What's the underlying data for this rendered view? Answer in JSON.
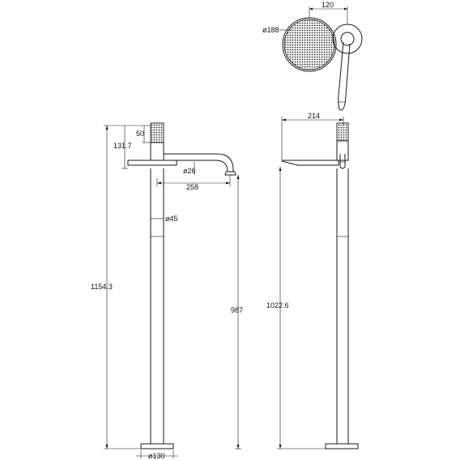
{
  "dimensions": {
    "shower_head_width": "120",
    "shower_head_diameter": "ø188",
    "handle_height": "50",
    "handle_to_spout": "131.7",
    "spout_diameter": "ø26",
    "spout_reach": "258",
    "column_diameter": "ø45",
    "total_height": "1154.3",
    "spout_outlet_height": "987",
    "base_diameter": "ø130",
    "side_depth": "214",
    "side_outlet_height": "1022.6"
  },
  "colors": {
    "line": "#1a1a1a",
    "knurl": "#3a3a3a",
    "background": "#ffffff"
  }
}
